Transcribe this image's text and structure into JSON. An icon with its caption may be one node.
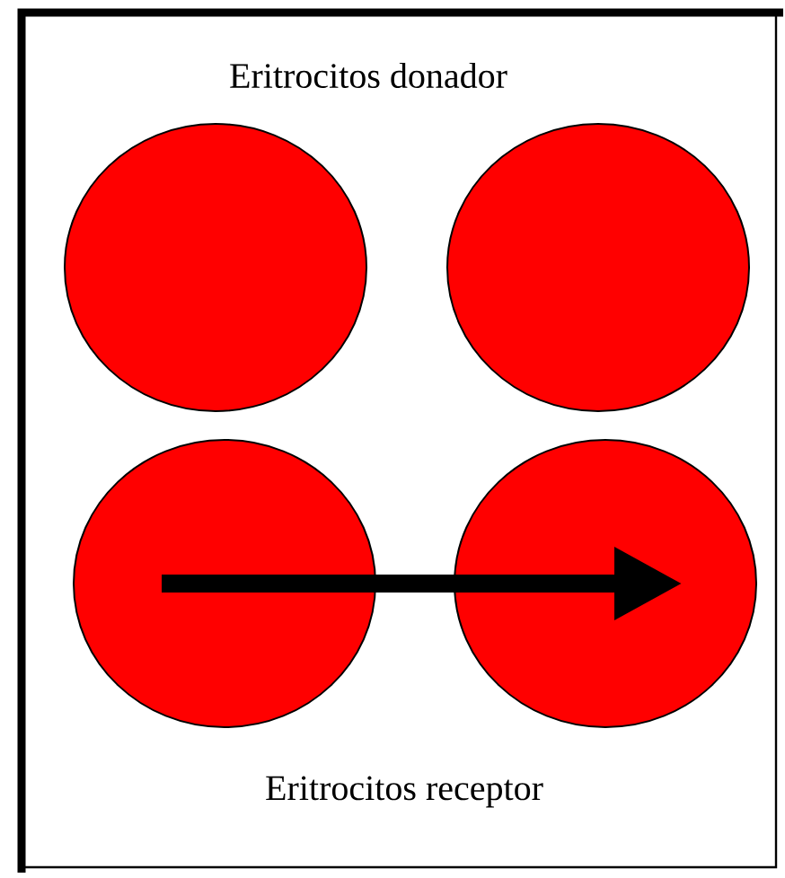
{
  "diagram": {
    "nodes": [
      {
        "text": [],
        "shape": "circle"
      },
      {
        "text": [],
        "shape": "circle"
      },
      {
        "text": [],
        "shape": "circle"
      },
      {
        "text": [],
        "shape": "circle"
      }
    ],
    "edges": [
      {
        "from": 2,
        "to": 3,
        "arrow": "to"
      }
    ],
    "labels": [
      "Eritrocitos donador",
      "Eritrocitos receptor"
    ]
  }
}
